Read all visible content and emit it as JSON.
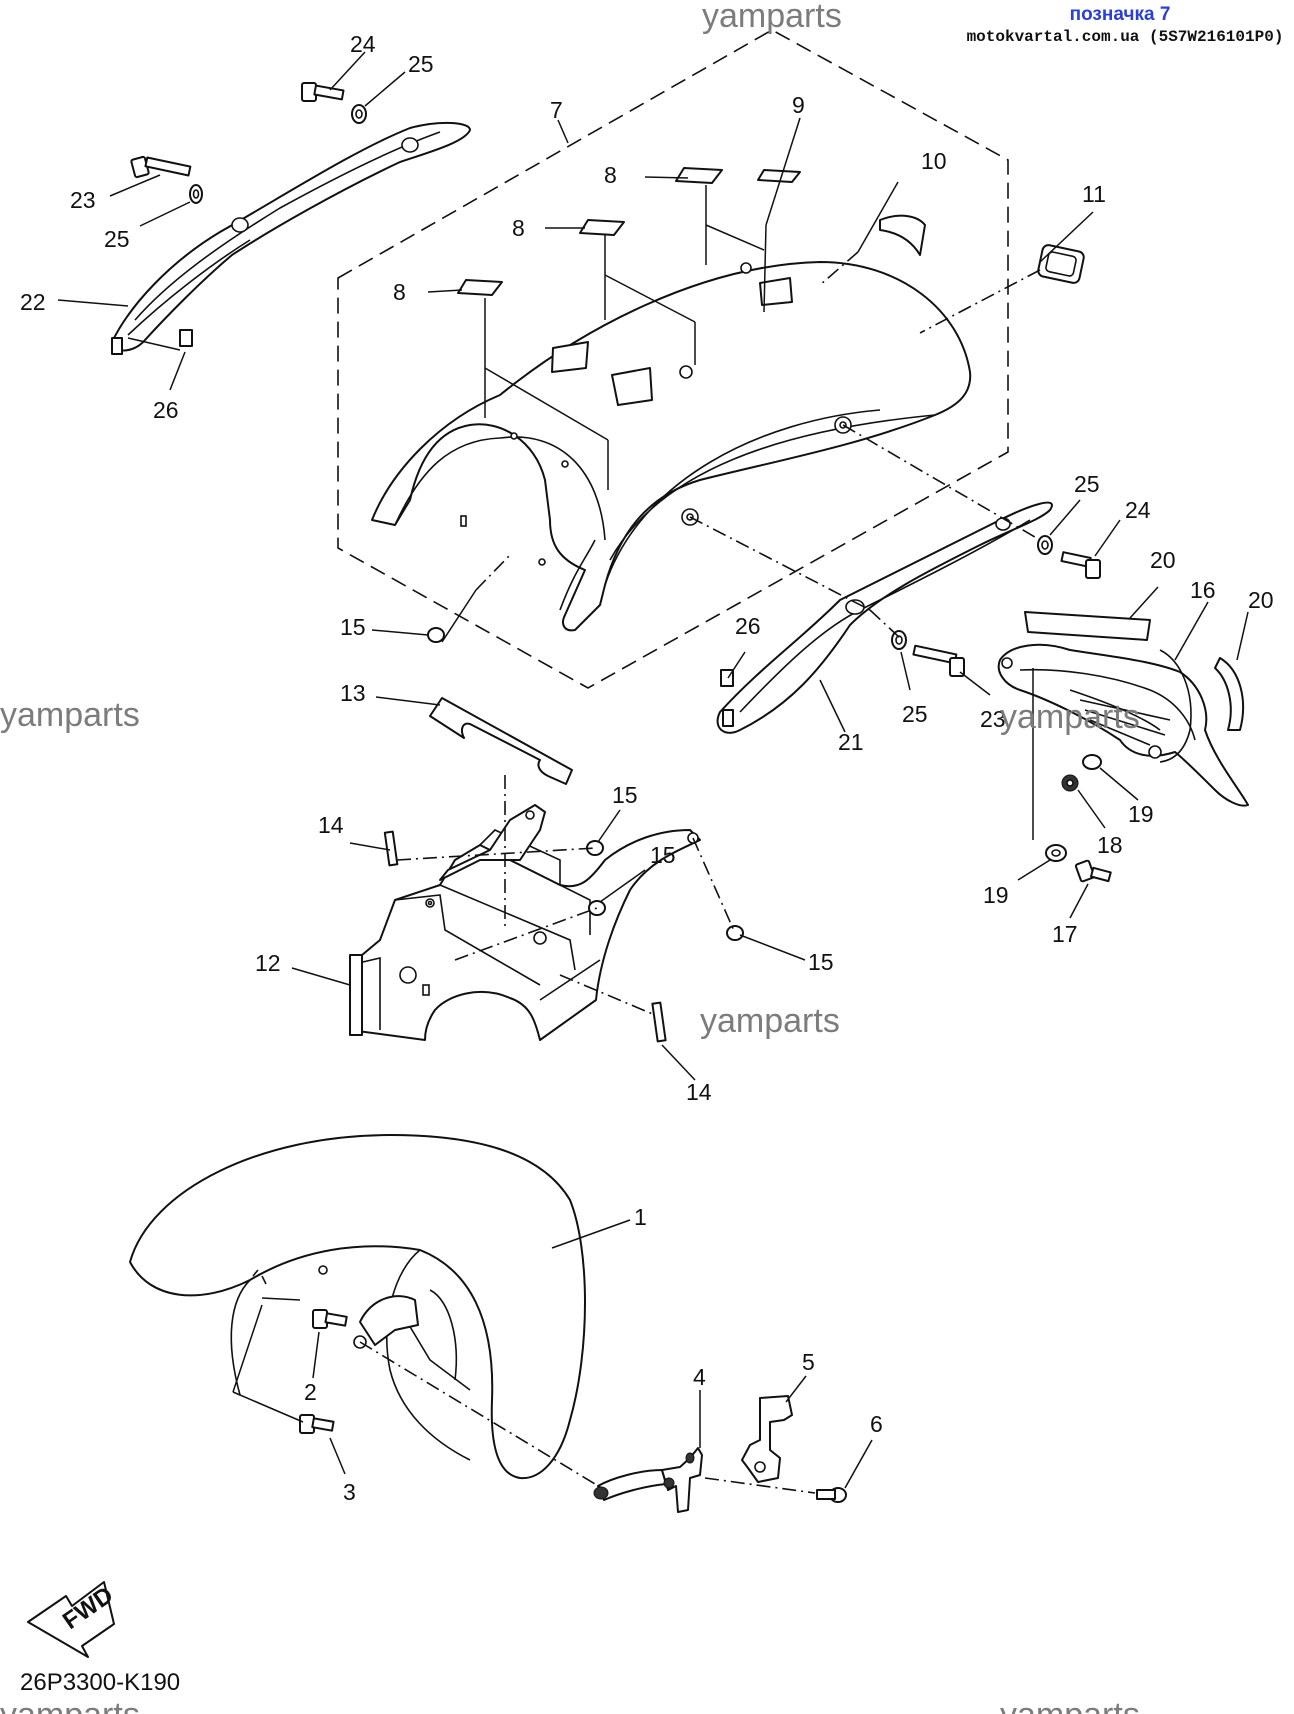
{
  "header": {
    "title": "позначка 7",
    "subtitle": "motokvartal.com.ua (5S7W216101P0)"
  },
  "watermarks": [
    "yamparts",
    "yamparts",
    "yamparts",
    "yamparts",
    "yamparts",
    "yamparts"
  ],
  "callouts": {
    "c1": "1",
    "c2": "2",
    "c3": "3",
    "c4": "4",
    "c5": "5",
    "c6": "6",
    "c7": "7",
    "c8a": "8",
    "c8b": "8",
    "c8c": "8",
    "c9": "9",
    "c10": "10",
    "c11": "11",
    "c12": "12",
    "c13": "13",
    "c14a": "14",
    "c14b": "14",
    "c15a": "15",
    "c15b": "15",
    "c15c": "15",
    "c15d": "15",
    "c16": "16",
    "c17": "17",
    "c18": "18",
    "c19a": "19",
    "c19b": "19",
    "c20a": "20",
    "c20b": "20",
    "c21": "21",
    "c22": "22",
    "c23a": "23",
    "c23b": "23",
    "c24a": "24",
    "c24b": "24",
    "c25a": "25",
    "c25b": "25",
    "c25c": "25",
    "c25d": "25",
    "c26a": "26",
    "c26b": "26"
  },
  "fwd_label": "FWD",
  "diagram_code": "26P3300-K190"
}
